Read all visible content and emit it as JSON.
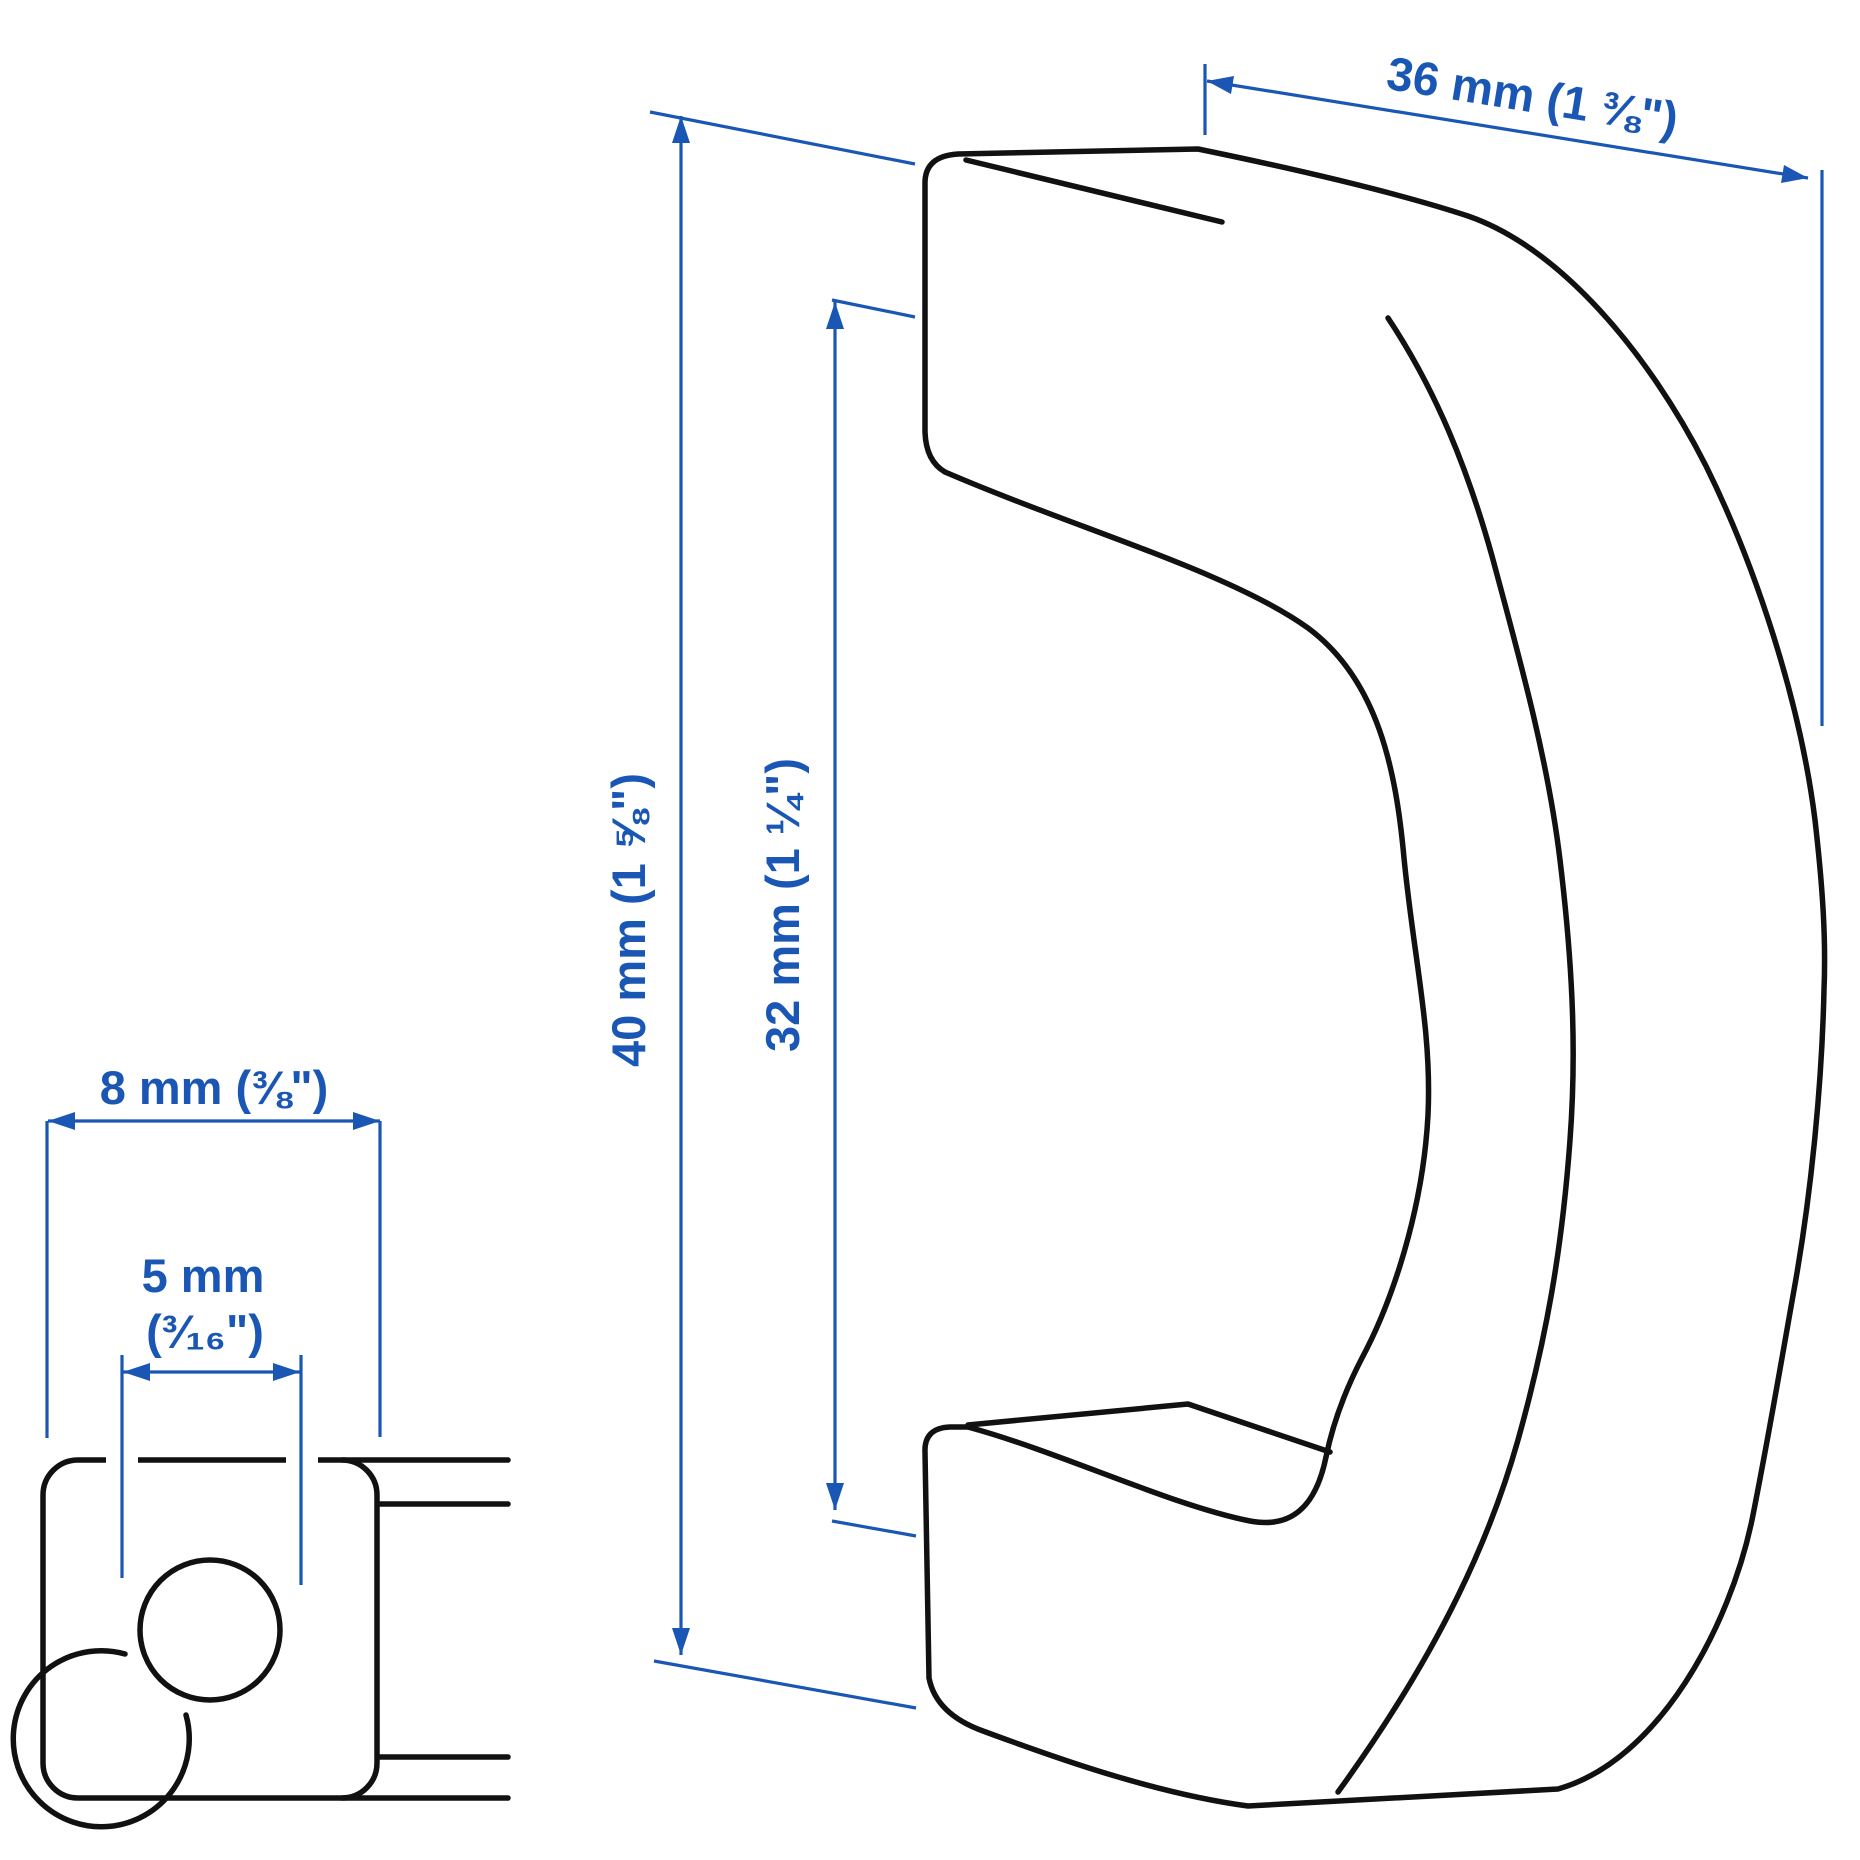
{
  "figure": {
    "type": "product-dimension-diagram",
    "subject": "curved furniture handle, side view with mounting-nut cross-section"
  },
  "colors": {
    "dimension": "#1A57B5",
    "outline": "#111111",
    "background": "#FFFFFF"
  },
  "dimensions": {
    "depth_top": {
      "label": "36 mm (1 ⅜\")"
    },
    "height_total": {
      "label": "40 mm (1 ⅝\")"
    },
    "height_inner": {
      "label": "32 mm (1 ¼\")"
    },
    "nut_width": {
      "label": "8 mm (⅜\")"
    },
    "hole_diameter": {
      "label_line1": "5 mm",
      "label_line2": "(³⁄₁₆\")"
    }
  }
}
